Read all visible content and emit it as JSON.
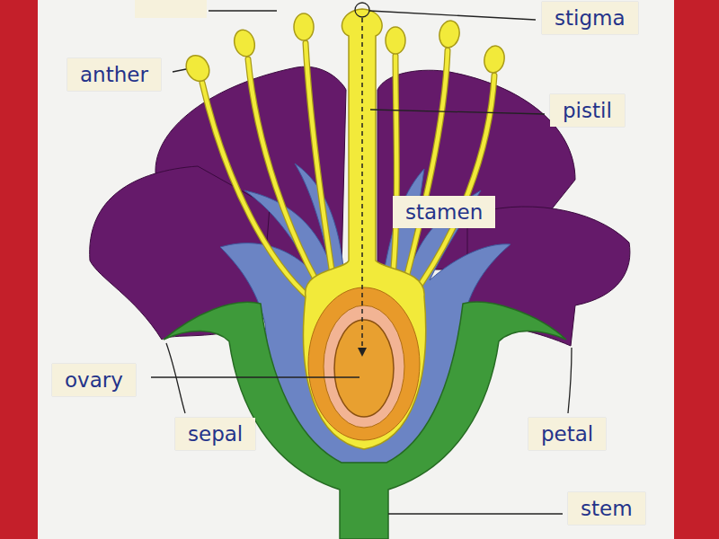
{
  "diagram": {
    "labels": [
      "stigma",
      "anther",
      "pistil",
      "stamen",
      "ovary",
      "sepal",
      "petal",
      "stem"
    ]
  }
}
